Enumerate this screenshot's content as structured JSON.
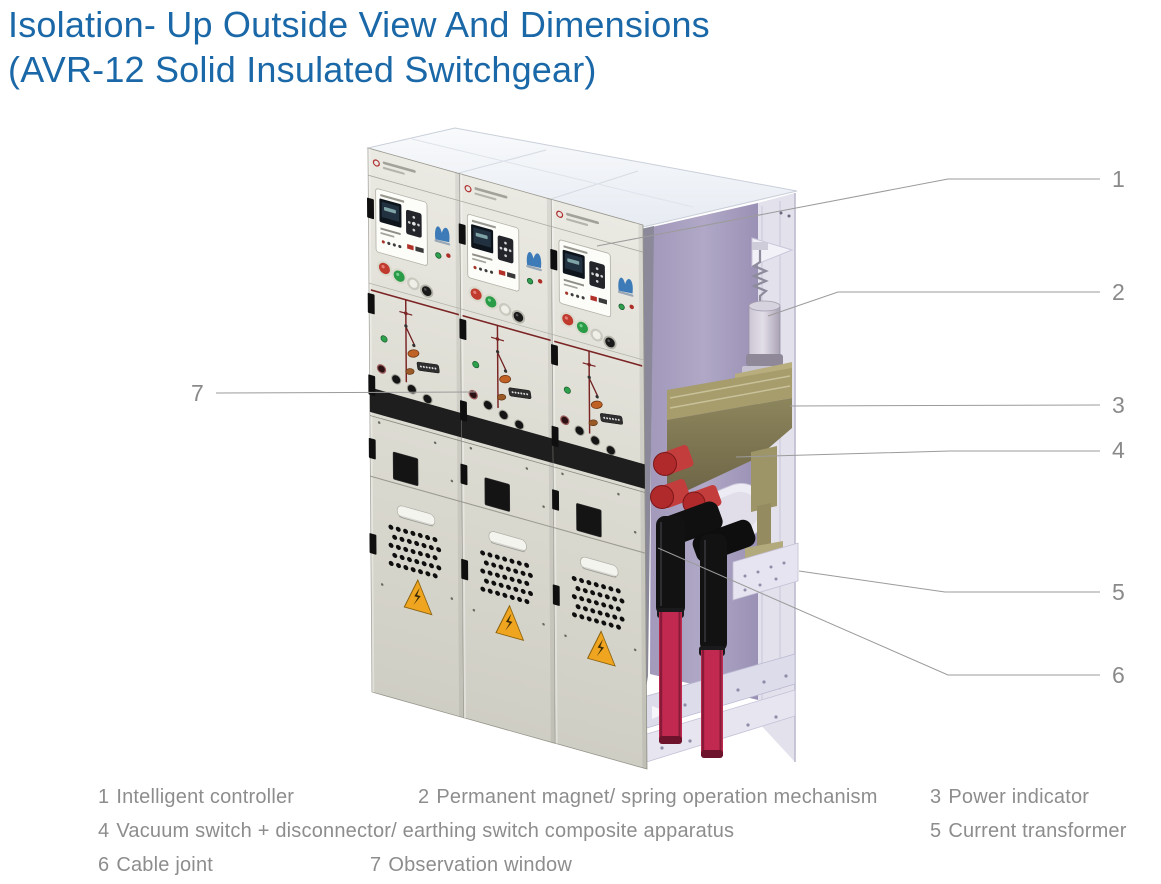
{
  "title": {
    "line1": "Isolation- Up Outside View And Dimensions",
    "line2": "(AVR-12 Solid Insulated Switchgear)"
  },
  "parts": [
    {
      "num": "1",
      "label": "Intelligent controller"
    },
    {
      "num": "2",
      "label": "Permanent magnet/ spring operation mechanism"
    },
    {
      "num": "3",
      "label": "Power indicator"
    },
    {
      "num": "4",
      "label": "Vacuum switch + disconnector/ earthing switch composite apparatus"
    },
    {
      "num": "5",
      "label": "Current transformer"
    },
    {
      "num": "6",
      "label": "Cable joint"
    },
    {
      "num": "7",
      "label": "Observation window"
    }
  ],
  "colors": {
    "title_blue": "#1a68a8",
    "legend_gray": "#8d8d8d",
    "callout_gray": "#8a8a8a",
    "callout_line_gray": "#9b9b9b",
    "cabinet_panel_gray": "#dcdbd2",
    "cabinet_top_white": "#eef1f6",
    "side_wall_purple": "#a89fc1",
    "insulated_pole_olive": "#8a8158",
    "cable_red": "#c22950",
    "warning_yellow": "#efa51f"
  }
}
